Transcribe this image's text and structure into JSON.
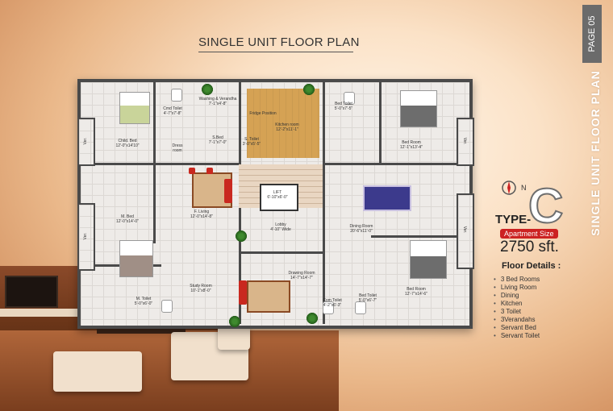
{
  "page": {
    "title": "SINGLE UNIT FLOOR PLAN",
    "page_tab": "PAGE 05",
    "side_title": "SINGLE UNIT FLOOR PLAN"
  },
  "unit": {
    "type_label": "TYPE-",
    "type_letter": "C",
    "size_label": "Apartment Size",
    "size_value": "2750 sft.",
    "compass_north": "N",
    "details_title": "Floor Details :",
    "details": [
      "3 Bed Rooms",
      "Living Room",
      "Dining",
      "Kitchen",
      "3 Toilet",
      "3Verandahs",
      "Servant Bed",
      "Servant Toilet"
    ]
  },
  "rooms": {
    "child_bed": "Child. Bed\n12'-0\"x14'10\"",
    "cmd_toilet": "Cmd Toilet\n4'-7\"x7'-8\"",
    "washing": "Washing & Verandha\n7'-1\"x4'-8\"",
    "fridge": "Fridge Position",
    "kitchen": "Kitchen room\n12'-2\"x11'-1\"",
    "bed_toilet_top": "Bed Toilet\n5'-0\"x7'-5\"",
    "bed_room_top": "Bed Room\n12'-1\"x13'-4\"",
    "dress": "Dress\nroom",
    "s_bed": "S.Bed\n7'-1\"x7'-0\"",
    "s_toilet": "S. Toilet\n3'-0\"x5'-5\"",
    "lift": "LIFT\n6'-10\"x6'-0\"",
    "lobby": "Lobby\n4'-10\" Wide",
    "m_bed": "M. Bed\n12'-0\"x14'-0\"",
    "f_living": "F. Living\n12'-0\"x14'-8\"",
    "dining": "Dining Room\n20'-6\"x11'-0\"",
    "bed_room_right": "Bed Room\n12'-7\"x14'-6\"",
    "m_toilet": "M. Toilet\n5'-0\"x6'-0\"",
    "study": "Study Room\n10'-1\"x8'-0\"",
    "drawing": "Drawing Room\n14'-7\"x14'-7\"",
    "com_toilet": "Com Toilet\n4'-2\"x6'-3\"",
    "bed_toilet_right": "Bed Toilet\n5'-0\"x6'-7\"",
    "ver": "Ver."
  },
  "colors": {
    "accent": "#cc2222",
    "wall": "#4a4a4a",
    "wood": "#d5a254",
    "type_letter_stroke": "#6e6e6e"
  }
}
